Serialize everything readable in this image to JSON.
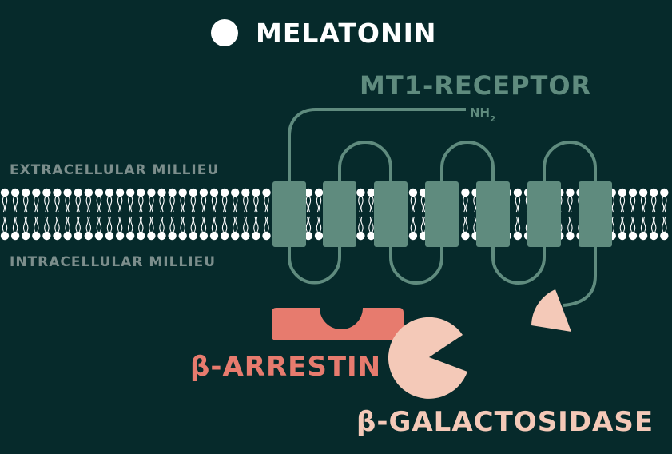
{
  "legend": {
    "melatonin_label": "MELATONIN"
  },
  "receptor": {
    "name": "MT1-RECEPTOR",
    "terminus": "NH",
    "terminus_sub": "2"
  },
  "membrane": {
    "extracellular_label": "EXTRACELLULAR MILLIEU",
    "intracellular_label": "INTRACELLULAR MILLIEU"
  },
  "proteins": {
    "arrestin_label": "β-ARRESTIN",
    "galactosidase_label": "β-GALACTOSIDASE"
  },
  "colors": {
    "background": "#062a2b",
    "receptor": "#5f8b7e",
    "membrane": "#ffffff",
    "arrestin": "#e77b6e",
    "galactosidase": "#f4c9b8",
    "membrane_text": "#7c8e8c"
  }
}
